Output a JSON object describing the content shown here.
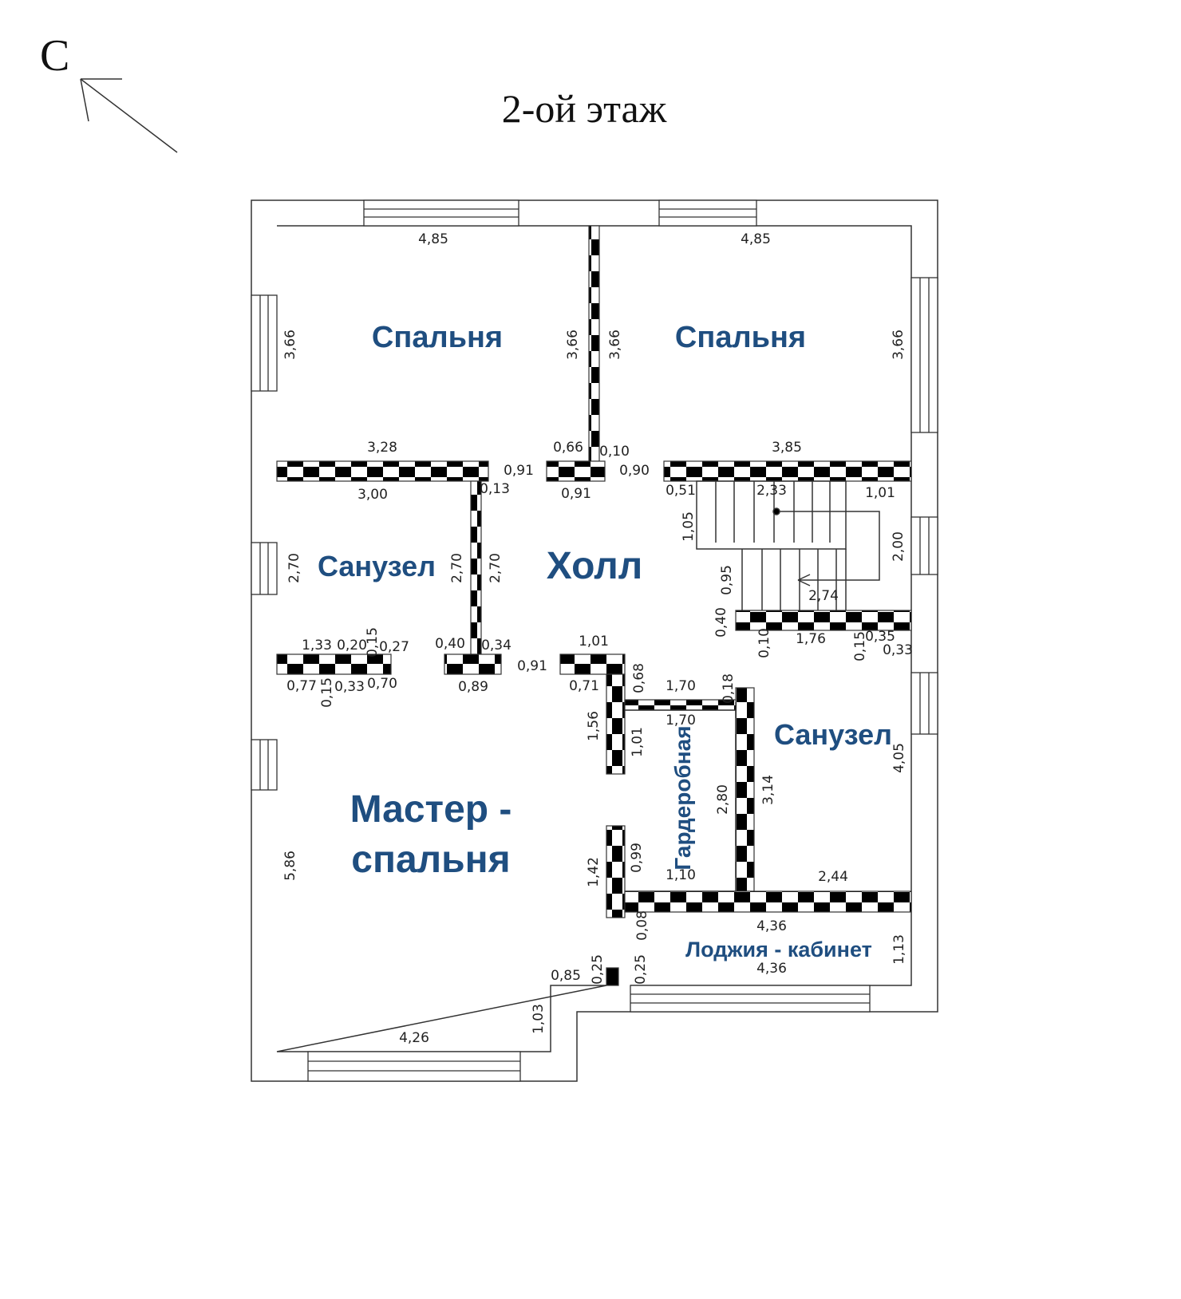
{
  "north_label": "С",
  "title": "2-ой этаж",
  "rooms": {
    "bedroom_left": "Спальня",
    "bedroom_right": "Спальня",
    "bathroom_left": "Санузел",
    "hall": "Холл",
    "master_line1": "Мастер -",
    "master_line2": "спальня",
    "wardrobe": "Гардеробная",
    "bathroom_right": "Санузел",
    "loggia": "Лоджия - кабинет"
  },
  "dimensions": [
    "4,85",
    "4,85",
    "3,66",
    "3,66",
    "3,66",
    "3,66",
    "3,28",
    "0,66",
    "0,10",
    "3,85",
    "0,91",
    "0,90",
    "3,00",
    "0,13",
    "0,91",
    "0,51",
    "2,33",
    "1,01",
    "1,05",
    "2,00",
    "2,70",
    "2,70",
    "2,70",
    "0,95",
    "2,74",
    "0,40",
    "1,76",
    "0,10",
    "0,15",
    "0,35",
    "0,33",
    "1,33",
    "0,20",
    "0,15",
    "0,27",
    "0,40",
    "0,34",
    "1,01",
    "0,91",
    "0,77",
    "0,15",
    "0,33",
    "0,70",
    "0,89",
    "0,71",
    "0,68",
    "1,70",
    "0,18",
    "1,70",
    "1,56",
    "1,01",
    "3,14",
    "4,05",
    "2,80",
    "5,86",
    "0,99",
    "1,42",
    "1,10",
    "2,44",
    "4,36",
    "0,08",
    "1,13",
    "0,25",
    "0,25",
    "0,85",
    "4,36",
    "1,03",
    "4,26"
  ]
}
